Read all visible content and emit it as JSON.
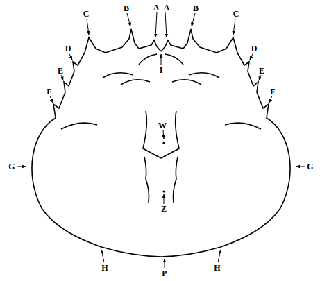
{
  "diagram": {
    "labels": [
      "A",
      "A",
      "B",
      "B",
      "C",
      "C",
      "D",
      "D",
      "E",
      "E",
      "F",
      "F",
      "G",
      "G",
      "I",
      "W",
      "Z",
      "H",
      "H",
      "P"
    ]
  }
}
